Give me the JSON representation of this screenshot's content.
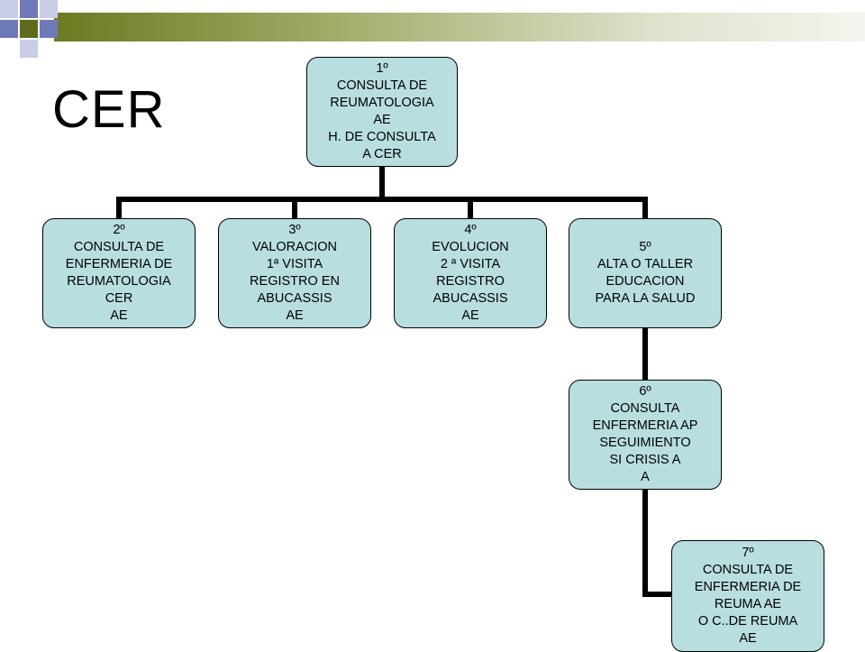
{
  "title": "CER",
  "boxes": {
    "b1": [
      "1º",
      "CONSULTA DE",
      "REUMATOLOGIA",
      "AE",
      "H. DE CONSULTA",
      "A CER"
    ],
    "b2": [
      "2º",
      "CONSULTA DE",
      "ENFERMERIA DE",
      "REUMATOLOGIA",
      "CER",
      "AE"
    ],
    "b3": [
      "3º",
      "VALORACION",
      "1ª VISITA",
      "REGISTRO EN",
      "ABUCASSIS",
      "AE"
    ],
    "b4": [
      "4º",
      "EVOLUCION",
      "2 ª VISITA",
      "REGISTRO",
      "ABUCASSIS",
      "AE"
    ],
    "b5": [
      "5º",
      "ALTA O TALLER",
      "EDUCACION",
      "PARA  LA SALUD"
    ],
    "b6": [
      "6º",
      "CONSULTA",
      "ENFERMERIA AP",
      "SEGUIMIENTO",
      "SI CRISIS A",
      "A"
    ],
    "b7": [
      "7º",
      "CONSULTA DE",
      "ENFERMERIA DE",
      "REUMA AE",
      "O C..DE REUMA",
      "AE"
    ]
  },
  "colors": {
    "box_fill": "#b9dee0",
    "connector": "#000000",
    "deco_dark": "#5e6b1c",
    "deco_light": "#b8bfde",
    "deco_blue": "#6e79b8"
  }
}
